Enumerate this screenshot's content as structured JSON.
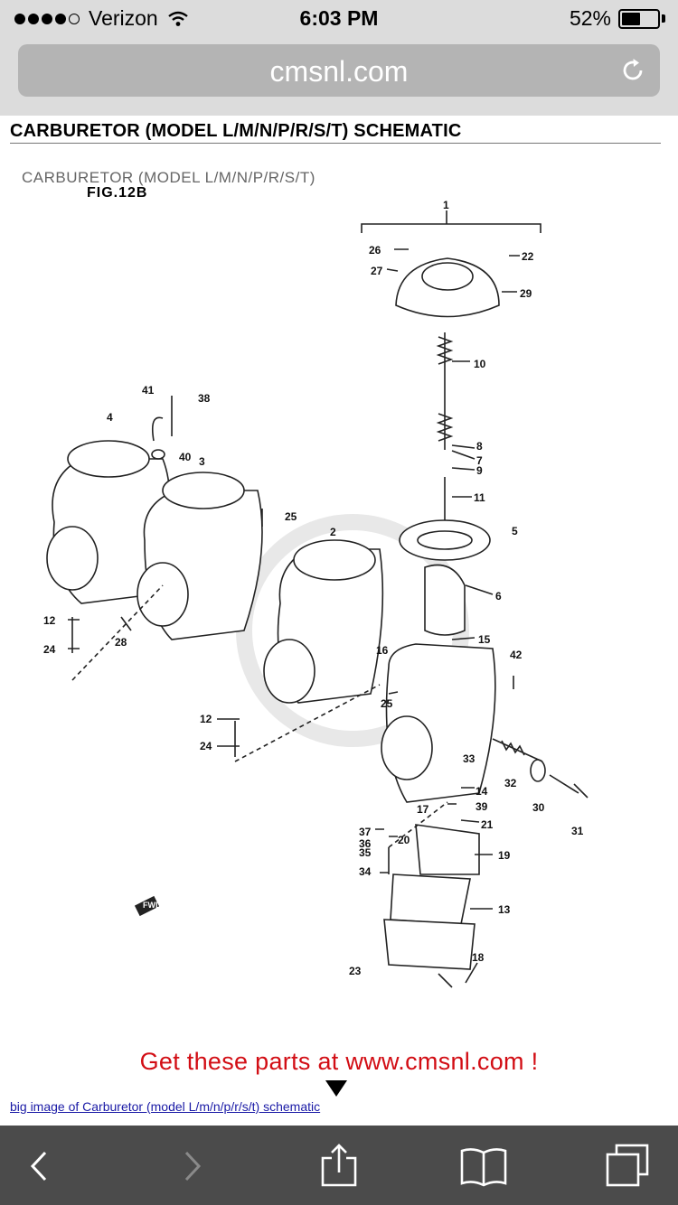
{
  "status_bar": {
    "carrier": "Verizon",
    "time": "6:03 PM",
    "battery_percent_text": "52%",
    "battery_level": 0.52,
    "signal_dots_filled": 4,
    "signal_dots_total": 5
  },
  "address_bar": {
    "url": "cmsnl.com",
    "reload_icon": "reload-icon"
  },
  "page": {
    "title": "CARBURETOR (MODEL L/M/N/P/R/S/T) SCHEMATIC",
    "caption_line1": "CARBURETOR (MODEL L/M/N/P/R/S/T)",
    "caption_line2": "FIG.12B",
    "promo_text": "Get these parts at www.cmsnl.com !",
    "big_image_link": "big image of Carburetor (model L/m/n/p/r/s/t) schematic"
  },
  "schematic": {
    "part_numbers": [
      "1",
      "2",
      "3",
      "4",
      "5",
      "6",
      "7",
      "8",
      "9",
      "10",
      "11",
      "12",
      "12",
      "13",
      "14",
      "15",
      "16",
      "17",
      "18",
      "19",
      "20",
      "21",
      "22",
      "23",
      "24",
      "24",
      "25",
      "25",
      "26",
      "27",
      "28",
      "29",
      "30",
      "31",
      "32",
      "33",
      "34",
      "35",
      "36",
      "37",
      "38",
      "39",
      "40",
      "41",
      "42"
    ],
    "fwd_label": "FWD"
  },
  "toolbar": {
    "back_icon": "chevron-left-icon",
    "forward_icon": "chevron-right-icon",
    "share_icon": "share-icon",
    "bookmarks_icon": "book-icon",
    "tabs_icon": "tabs-icon"
  },
  "colors": {
    "chrome_bg": "#dcdcdc",
    "address_bg": "#b4b4b4",
    "toolbar_bg": "#4b4b4b",
    "promo_red": "#d20d14",
    "link_blue": "#1a1aa6"
  }
}
